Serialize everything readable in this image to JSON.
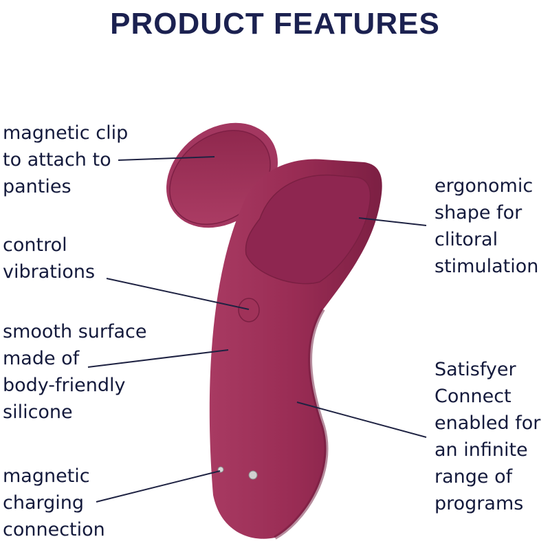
{
  "title": "PRODUCT FEATURES",
  "colors": {
    "title": "#1b2150",
    "text": "#141a3c",
    "product": "#9a2d55",
    "product_dark": "#7a1f42",
    "leader_line": "#1e2242"
  },
  "features_left": [
    {
      "label": "magnetic clip\nto attach to\npanties"
    },
    {
      "label": "control\nvibrations"
    },
    {
      "label": "smooth surface\nmade of\nbody-friendly\nsilicone"
    },
    {
      "label": "magnetic\ncharging\nconnection"
    }
  ],
  "features_right": [
    {
      "label": "ergonomic\nshape for\nclitoral\nstimulation"
    },
    {
      "label": "Satisfyer\nConnect\nenabled for\nan infinite\nrange of\nprograms"
    }
  ]
}
